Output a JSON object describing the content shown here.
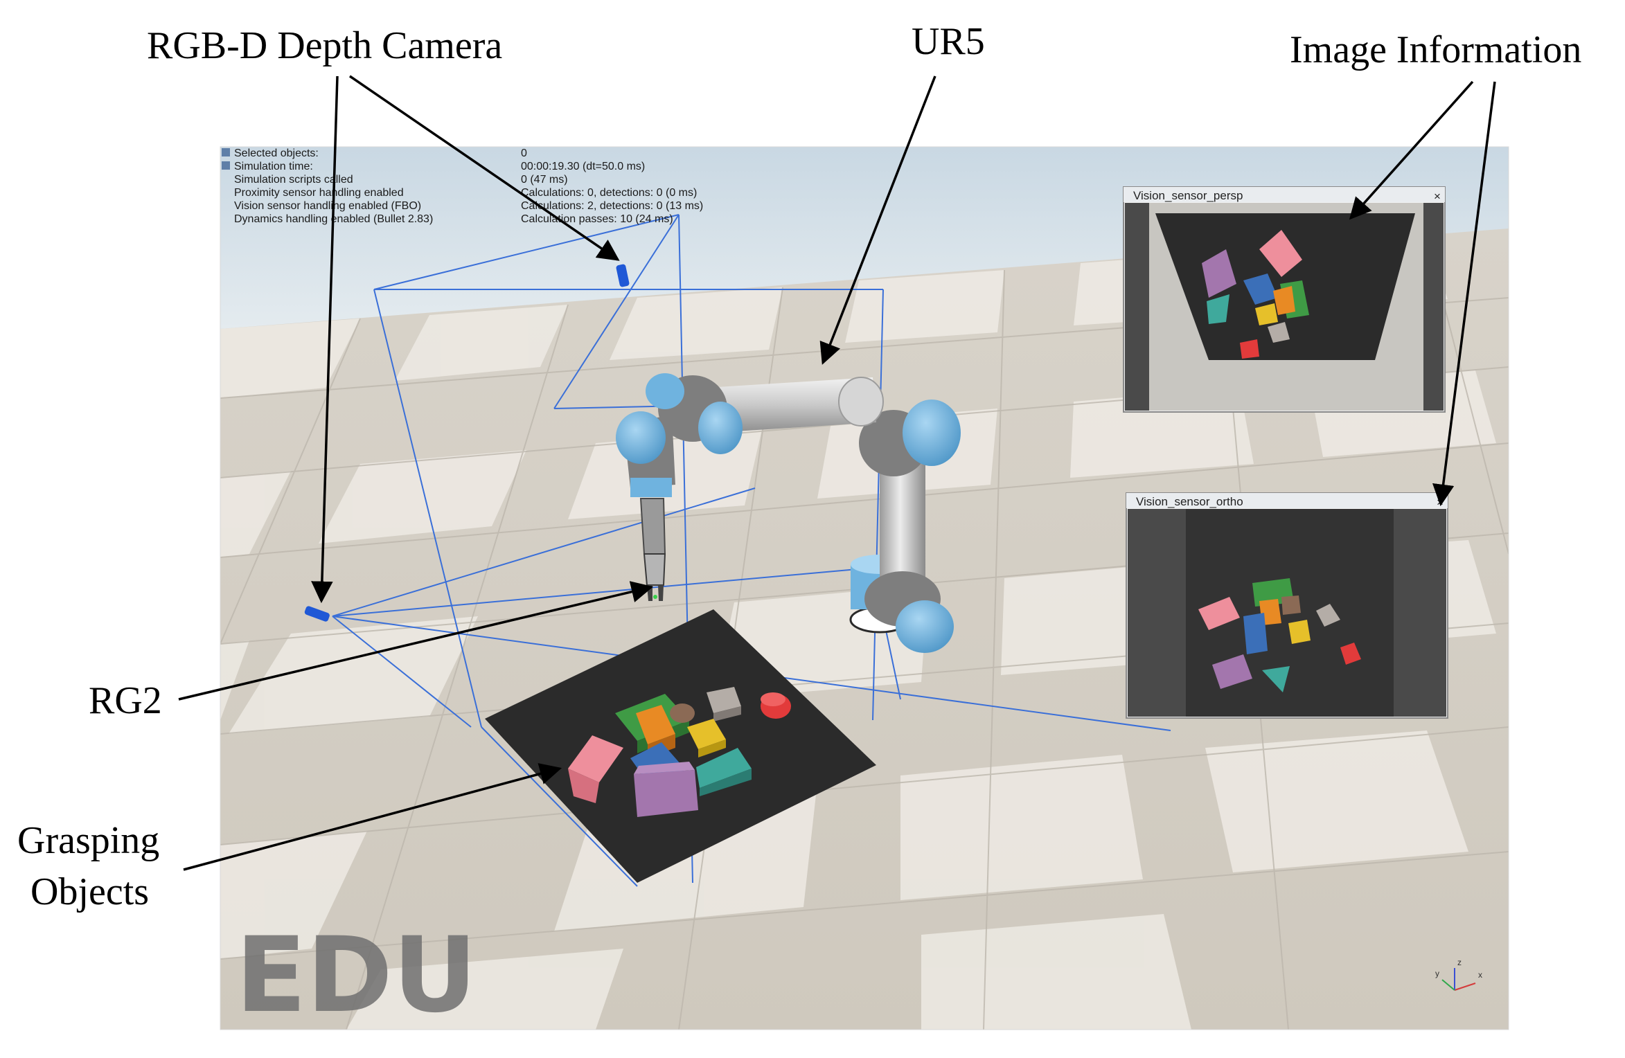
{
  "callouts": {
    "camera": "RGB-D Depth Camera",
    "robot": "UR5",
    "image_info": "Image Information",
    "gripper": "RG2",
    "objects_line1": "Grasping",
    "objects_line2": "Objects"
  },
  "info_panel": {
    "rows": [
      {
        "label": "Selected objects:",
        "value": "0"
      },
      {
        "label": "Simulation time:",
        "value": "00:00:19.30 (dt=50.0 ms)"
      },
      {
        "label": "Simulation scripts called",
        "value": "0 (47 ms)"
      },
      {
        "label": "Proximity sensor handling enabled",
        "value": "Calculations: 0, detections: 0 (0 ms)"
      },
      {
        "label": "Vision sensor handling enabled (FBO)",
        "value": "Calculations: 2, detections: 0 (13 ms)"
      },
      {
        "label": "Dynamics handling enabled (Bullet 2.83)",
        "value": "Calculation passes: 10 (24 ms)"
      }
    ]
  },
  "windows": {
    "persp": {
      "title": "Vision_sensor_persp",
      "close": "×"
    },
    "ortho": {
      "title": "Vision_sensor_ortho",
      "close": "×"
    }
  },
  "watermark": "EDU",
  "axes": {
    "x": "x",
    "y": "y",
    "z": "z"
  },
  "colors": {
    "robot_blue": "#6fb3df",
    "robot_gray": "#7e7e7e",
    "tray": "#2b2b2b",
    "sensor_frustum": "#3a6fd8",
    "sky": "#d6e2ea"
  }
}
